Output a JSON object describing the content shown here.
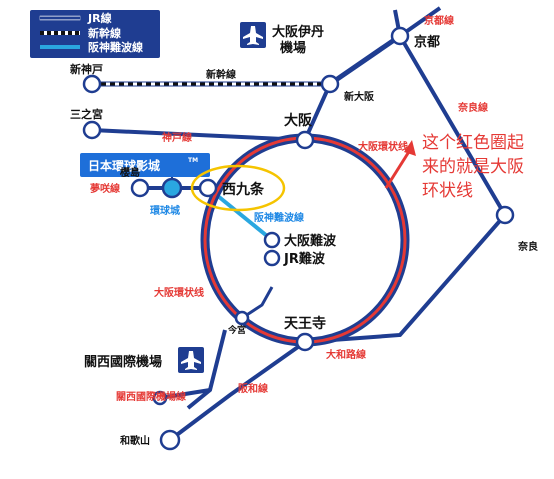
{
  "legend": {
    "jr_line": "JR線",
    "shinkansen": "新幹線",
    "hanshin_namba": "阪神難波線"
  },
  "stations": {
    "osaka_itami_airport": "大阪伊丹",
    "osaka_itami_airport_2": "機場",
    "kyoto": "京都",
    "shin_kobe": "新神戸",
    "shin_osaka": "新大阪",
    "sannomiya": "三之宮",
    "osaka": "大阪",
    "usj": "日本環球影城",
    "usj_tm": "TM",
    "sakurajima": "櫻島",
    "universal_city": "環球城",
    "nishikujo": "西九条",
    "osaka_namba": "大阪難波",
    "jr_namba": "JR難波",
    "nara": "奈良",
    "imamiya": "今宮",
    "tennoji": "天王寺",
    "kansai_airport": "關西國際機場",
    "wakayama": "和歌山"
  },
  "lines": {
    "kyoto_line": "京都線",
    "shinkansen_line": "新幹線",
    "kobe_line": "神戸線",
    "nara_line": "奈良線",
    "loop_line_top": "大阪環状线",
    "yumesaki_line": "夢咲線",
    "hanshin_namba_line": "阪神難波線",
    "loop_line_left": "大阪環状线",
    "yamatoji_line": "大和路線",
    "kansai_airport_line": "關西國際機場線",
    "hanwa_line": "阪和線"
  },
  "annotation": {
    "line1": "这个红色圈起",
    "line2": "来的就是大阪",
    "line3": "环状线"
  },
  "colors": {
    "jr_blue": "#1f3d91",
    "loop_red": "#e53935",
    "hanshin_blue": "#2aa7e0",
    "highlight_yellow": "#f5c400",
    "usj_box": "#1e6fd9"
  },
  "icons": {
    "airport": "airplane-icon"
  }
}
